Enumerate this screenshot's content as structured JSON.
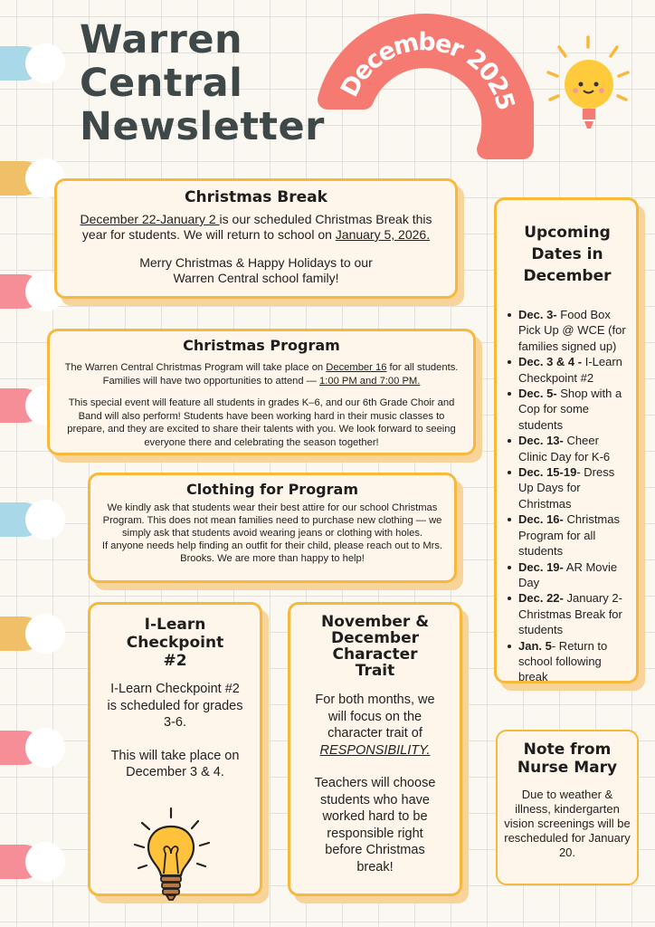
{
  "header": {
    "title_line1": "Warren",
    "title_line2": "Central",
    "title_line3": "Newsletter",
    "badge": "December 2025"
  },
  "christmas_break": {
    "heading": "Christmas Break",
    "dates_link": "December 22-January 2 ",
    "text1": "is our scheduled Christmas Break this year for students.  We will return to school on ",
    "return_link": "January 5, 2026.",
    "text2": "Merry Christmas & Happy Holidays to our",
    "text3": "Warren Central school family!"
  },
  "christmas_program": {
    "heading": "Christmas Program",
    "text1": "The Warren Central Christmas Program will take place on ",
    "date_link": "December 16",
    "text2": " for all students. Families will have two opportunities to attend — ",
    "times_link": "1:00 PM and 7:00 PM.",
    "text3": "This special event will feature all students in grades K–6, and our 6th Grade Choir and Band will also perform! Students have been working hard in their music classes to prepare, and they are excited to share their talents with you. We look forward to seeing everyone there and celebrating the season together!"
  },
  "clothing": {
    "heading": "Clothing for Program",
    "text1": "We kindly ask that students wear their best attire for our school Christmas Program. This does not mean families need to purchase new clothing — we simply ask that students avoid wearing jeans or clothing with holes.",
    "text2": "If anyone needs help finding an outfit for their child, please reach out to Mrs. Brooks. We are more than happy to help!"
  },
  "ilearn": {
    "heading": "I-Learn Checkpoint #2",
    "text1": "I-Learn Checkpoint #2 is scheduled for grades 3-6.",
    "text2": "This will take place on December 3 & 4."
  },
  "trait": {
    "heading": "November & December Character Trait",
    "text1": "For both months, we will focus on the character trait of",
    "trait_word": "RESPONSIBILITY.",
    "text2": "Teachers will choose students who have worked hard to be responsible right before Christmas break!"
  },
  "upcoming": {
    "heading": "Upcoming Dates in December",
    "items": [
      {
        "date": "Dec. 3-",
        "text": " Food Box Pick Up @ WCE (for families signed up)"
      },
      {
        "date": "Dec. 3 & 4 -",
        "text": " I-Learn Checkpoint #2"
      },
      {
        "date": "Dec. 5-",
        "text": " Shop with a Cop for some students"
      },
      {
        "date": "Dec. 13-",
        "text": " Cheer Clinic Day for K-6"
      },
      {
        "date": "Dec. 15-19",
        "text": "- Dress Up Days for Christmas"
      },
      {
        "date": "Dec. 16-",
        "text": " Christmas Program for all students"
      },
      {
        "date": "Dec. 19-",
        "text": " AR Movie Day"
      },
      {
        "date": "Dec. 22-",
        "text": " January 2- Christmas Break for students"
      },
      {
        "date": "Jan. 5",
        "text": "- Return to school following break"
      }
    ]
  },
  "nurse": {
    "heading": "Note from Nurse Mary",
    "text": "Due to weather & illness, kindergarten vision screenings will be rescheduled for January 20."
  },
  "colors": {
    "accent_orange": "#f6b93b",
    "badge_coral": "#f47a72",
    "card_bg": "#fef6ea",
    "title": "#3f4848"
  },
  "icons": [
    "lightbulb-smile-icon",
    "lightbulb-icon"
  ]
}
